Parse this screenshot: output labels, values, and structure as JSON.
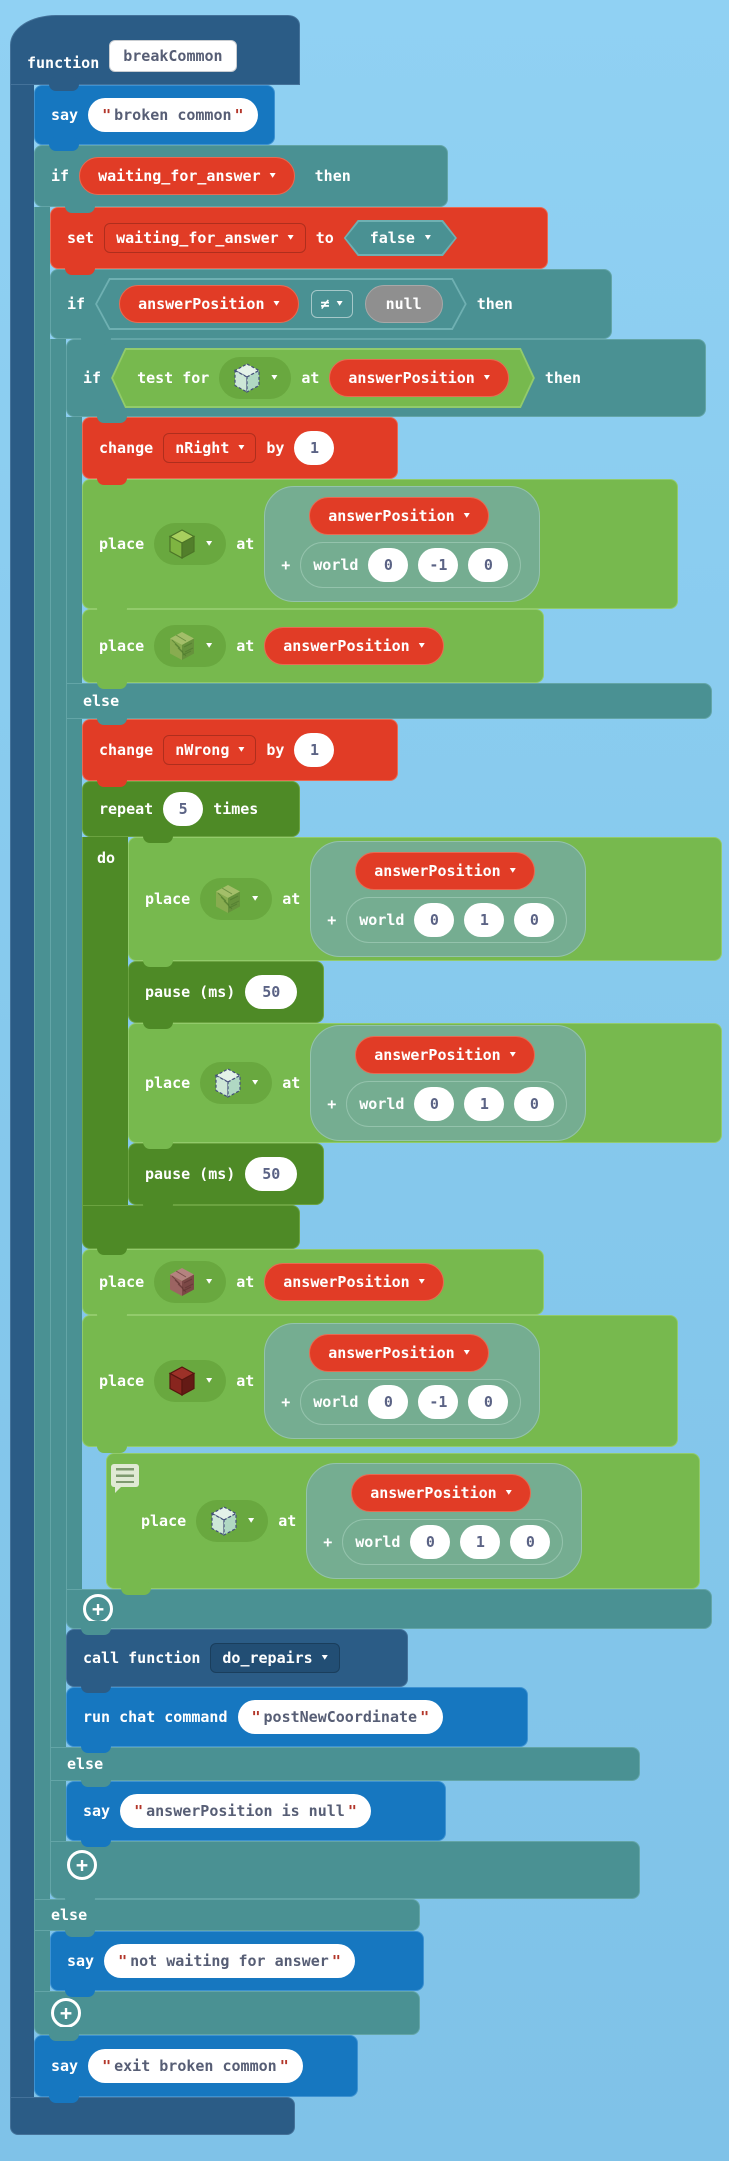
{
  "ui": {
    "quote": "\"",
    "plus": "+",
    "arrow": "▼",
    "if": "if",
    "then": "then",
    "else": "else",
    "at": "at",
    "say": "say",
    "place": "place",
    "world": "world",
    "add": "+"
  },
  "colors": {
    "function_navy": "#2B5C86",
    "say_blue": "#1677C0",
    "logic_teal": "#4A9193",
    "variables_red": "#E13C26",
    "blocks_green": "#77B94E",
    "loops_dark_green": "#4E8A26",
    "position_sage": "#75AD91",
    "sky_background": "#85C8EC"
  },
  "function_def": {
    "keyword": "function",
    "name": "breakCommon"
  },
  "say1": {
    "text": "broken common"
  },
  "if1": {
    "cond_var": "waiting_for_answer"
  },
  "set1": {
    "kw": "set",
    "var": "waiting_for_answer",
    "to": "to",
    "value": "false"
  },
  "if2": {
    "var": "answerPosition",
    "op": "≠",
    "rhs": "null"
  },
  "if3": {
    "kw": "test for",
    "at": "at",
    "var": "answerPosition"
  },
  "chg1": {
    "kw": "change",
    "var": "nRight",
    "by": "by",
    "value": "1"
  },
  "chg2": {
    "kw": "change",
    "var": "nWrong",
    "by": "by",
    "value": "1"
  },
  "repeat": {
    "kw": "repeat",
    "times_value": "5",
    "times_label": "times",
    "do_label": "do"
  },
  "pause1": {
    "kw": "pause (ms)",
    "value": "50"
  },
  "pause2": {
    "kw": "pause (ms)",
    "value": "50"
  },
  "place1": {
    "var": "answerPosition",
    "x": "0",
    "y": "-1",
    "z": "0"
  },
  "place2": {
    "var": "answerPosition"
  },
  "place3": {
    "var": "answerPosition",
    "x": "0",
    "y": "1",
    "z": "0"
  },
  "place4": {
    "var": "answerPosition",
    "x": "0",
    "y": "1",
    "z": "0"
  },
  "place5": {
    "var": "answerPosition"
  },
  "place6": {
    "var": "answerPosition",
    "x": "0",
    "y": "-1",
    "z": "0"
  },
  "place7": {
    "var": "answerPosition",
    "x": "0",
    "y": "1",
    "z": "0"
  },
  "call1": {
    "kw": "call function",
    "fn": "do_repairs"
  },
  "chat1": {
    "kw": "run chat command",
    "cmd": "postNewCoordinate"
  },
  "say2": {
    "text": "answerPosition is null"
  },
  "say3": {
    "text": "not waiting for answer"
  },
  "say4": {
    "text": "exit broken common"
  },
  "cubes": {
    "glass": {
      "top": "#E4F2E9",
      "left": "#CDE7D7",
      "right": "#B0D8C3",
      "stroke": "#44507A",
      "dashed": true
    },
    "solidGreen": {
      "top": "#A8CF5E",
      "left": "#7EB441",
      "right": "#527F2B",
      "stroke": "#4C7527"
    },
    "mossy": {
      "top": "#A3BE69",
      "left": "#88AC50",
      "right": "#66923C",
      "stroke": "#55803000",
      "hatch": "#4F7A2E"
    },
    "brown": {
      "top": "#B5837F",
      "left": "#9C6462",
      "right": "#7C4846",
      "stroke": "#6B3B3900",
      "hatch": "#5E3331"
    },
    "darkRed": {
      "top": "#9C3128",
      "left": "#88251E",
      "right": "#641A15",
      "stroke": "#57150F"
    }
  }
}
